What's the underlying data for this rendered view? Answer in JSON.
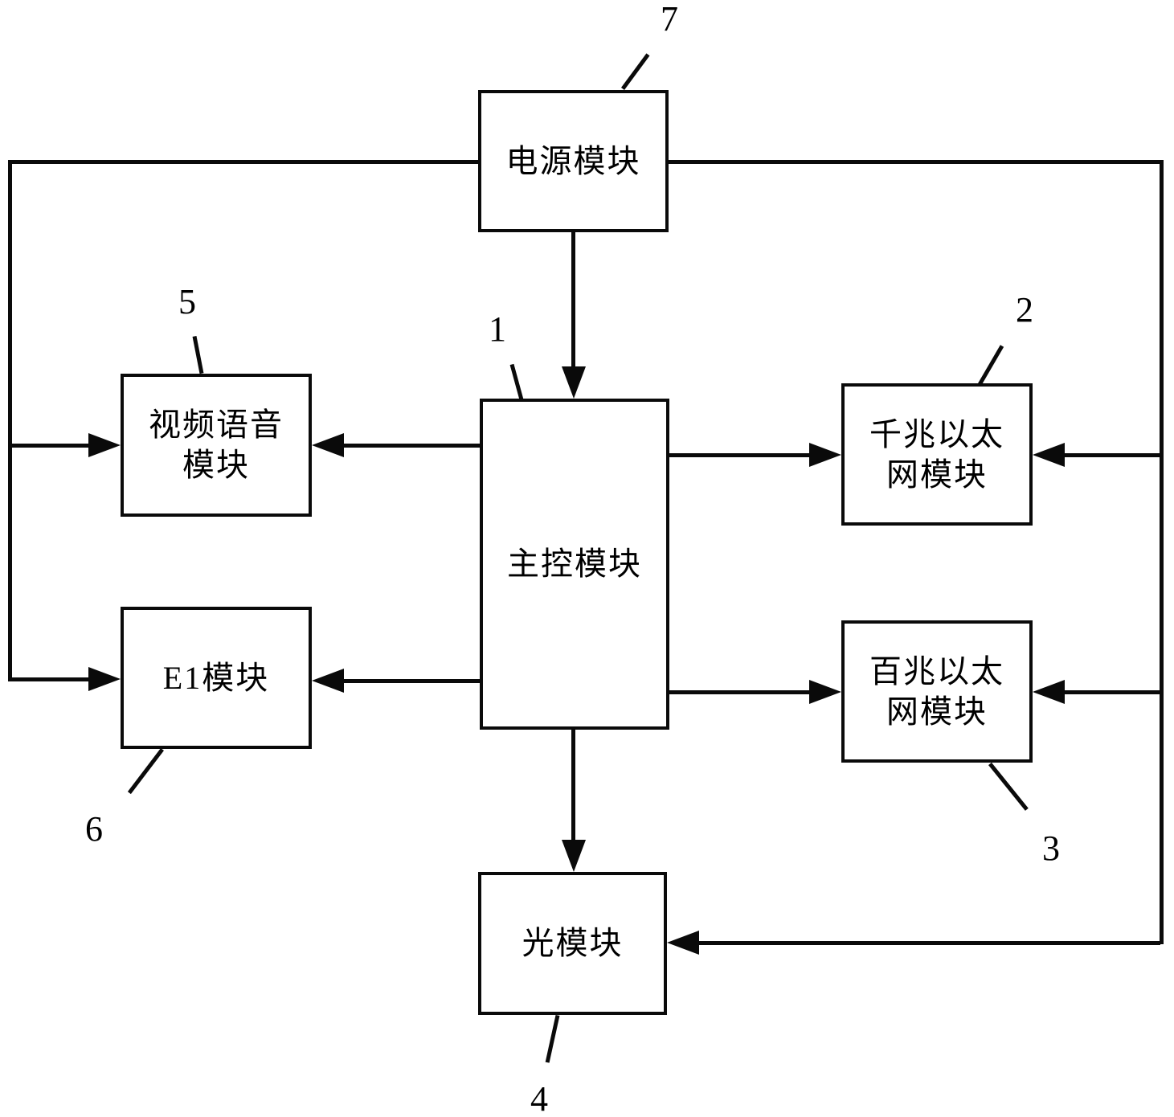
{
  "diagram": {
    "boxes": {
      "power": {
        "label": "电源模块",
        "ref": "7"
      },
      "main": {
        "label": "主控模块",
        "ref": "1"
      },
      "video": {
        "label": "视频语音\n模块",
        "ref": "5"
      },
      "e1": {
        "label": "E1模块",
        "ref": "6"
      },
      "gige": {
        "label": "千兆以太\n网模块",
        "ref": "2"
      },
      "fe": {
        "label": "百兆以太\n网模块",
        "ref": "3"
      },
      "optical": {
        "label": "光模块",
        "ref": "4"
      }
    },
    "colors": {
      "line": "#0a0a0a",
      "background": "#ffffff",
      "text": "#0a0a0a"
    }
  }
}
